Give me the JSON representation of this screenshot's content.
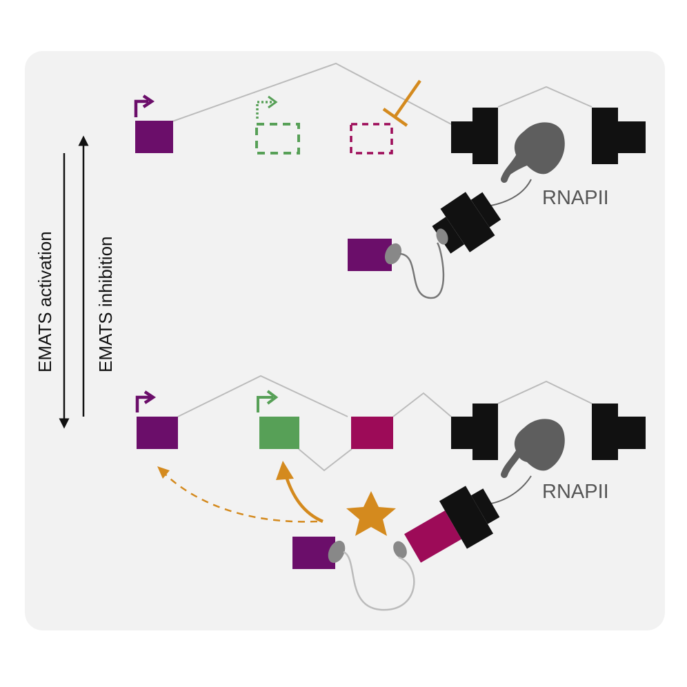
{
  "labels": {
    "rnapii_top": "RNAPII",
    "rnapii_bottom": "RNAPII",
    "emats_activation": "EMATS activation",
    "emats_inhibition": "EMATS inhibition"
  },
  "colors": {
    "panel_bg": "#f2f2f2",
    "exon_purple": "#6b0e6a",
    "exon_green": "#57a057",
    "exon_magenta": "#9d0b58",
    "regulator_orange": "#d48a1e",
    "polymerase_black": "#111111",
    "rnapii_gray": "#5e5e5e",
    "line_gray": "#bbbbbb",
    "text_gray": "#555555"
  },
  "states": {
    "top": {
      "exon1": "active",
      "exon2": "inactive",
      "exon3": "excluded",
      "regulator": "inhibits"
    },
    "bottom": {
      "exon1": "active",
      "exon2": "active",
      "exon3": "included",
      "regulator": "activates"
    }
  }
}
